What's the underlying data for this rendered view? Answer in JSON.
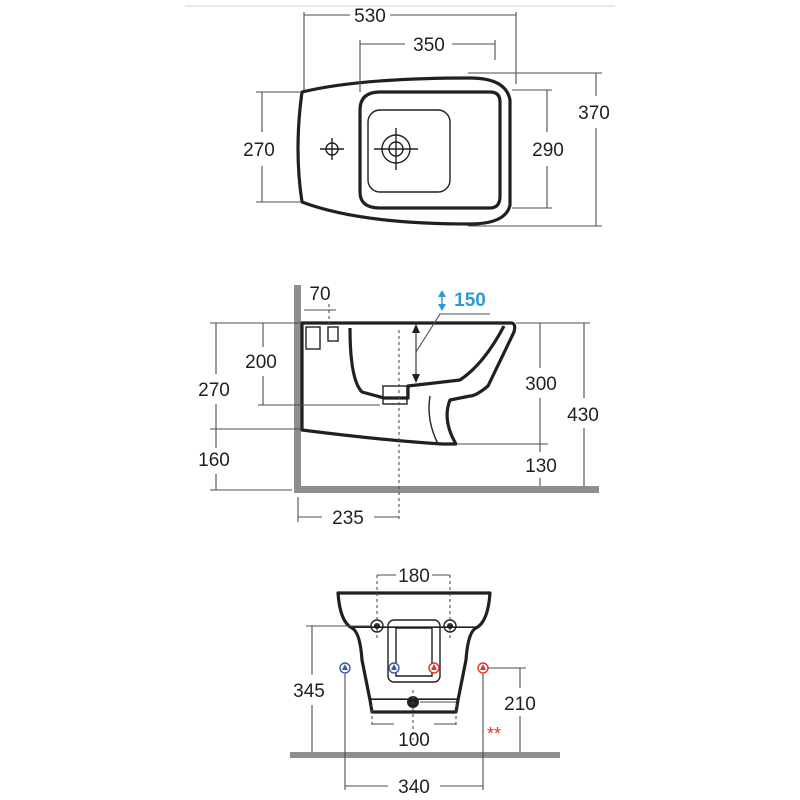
{
  "top_view": {
    "width_total": "530",
    "basin_width": "350",
    "height_left": "270",
    "height_right": "290",
    "depth_total": "370"
  },
  "side_view": {
    "wall_offset": "70",
    "water_height": "150",
    "inlet_height": "200",
    "body_height_left": "270",
    "floor_clearance": "160",
    "body_height_right": "300",
    "total_height": "430",
    "front_clearance": "130",
    "drain_distance": "235"
  },
  "front_view": {
    "bolt_spacing": "180",
    "supply_height": "345",
    "drain_height": "210",
    "drain_spacing": "100",
    "supply_spacing": "340",
    "note_mark": "**"
  },
  "colors": {
    "line": "#231f20",
    "wall": "#8e8e8e",
    "water_level": "#2b9ad6",
    "hot_supply": "#e5322d",
    "cold_supply": "#3a5ba8"
  }
}
